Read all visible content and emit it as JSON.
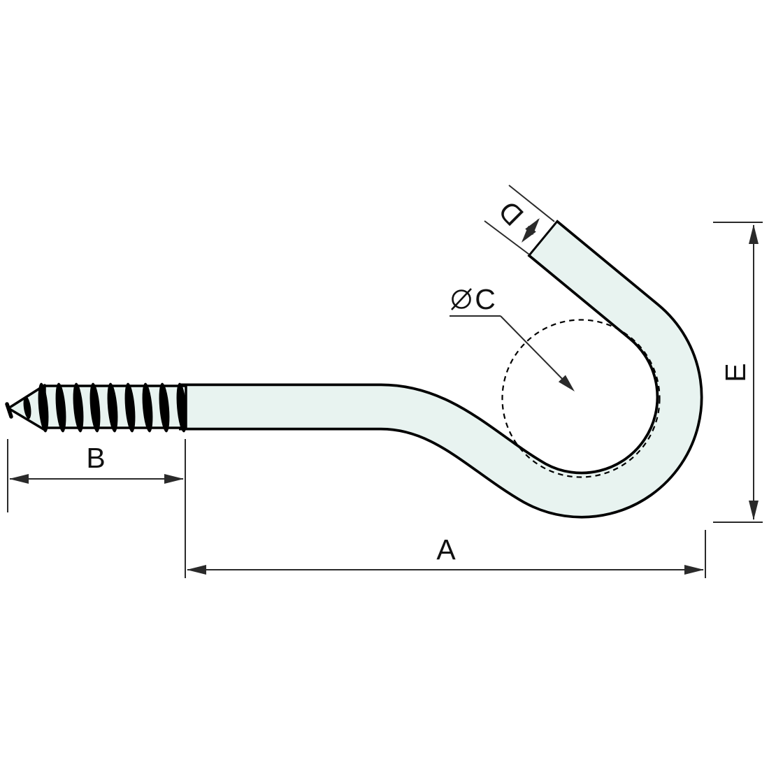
{
  "diagram": {
    "labels": {
      "a": "A",
      "b": "B",
      "c": "C",
      "d": "D",
      "e": "E",
      "diameter_symbol": "⌀"
    },
    "colors": {
      "background": "#ffffff",
      "body_fill": "#e8f3f0",
      "outline": "#000000",
      "dimension_lines": "#2a2a2a",
      "label_text": "#111111"
    }
  }
}
